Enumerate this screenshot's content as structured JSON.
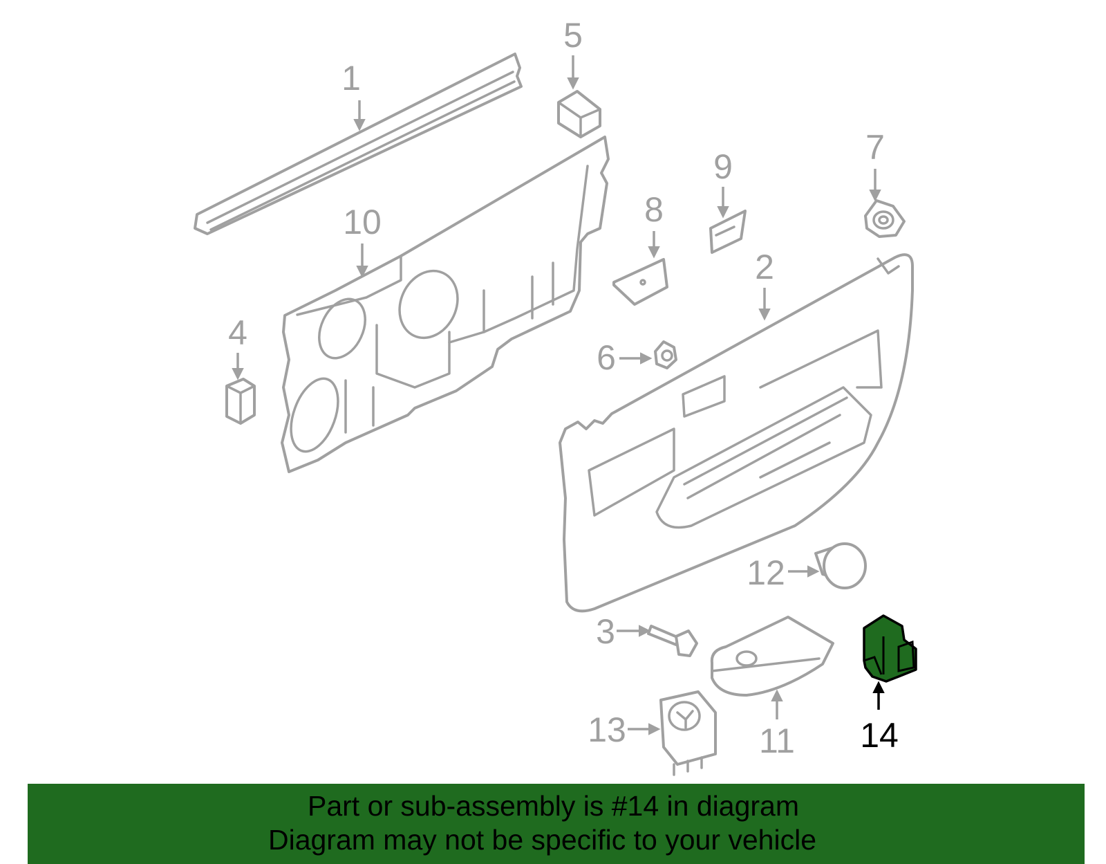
{
  "callouts": {
    "c1": "1",
    "c2": "2",
    "c3": "3",
    "c4": "4",
    "c5": "5",
    "c6": "6",
    "c7": "7",
    "c8": "8",
    "c9": "9",
    "c10": "10",
    "c11": "11",
    "c12": "12",
    "c13": "13",
    "c14": "14"
  },
  "highlighted_part": "14",
  "colors": {
    "highlight": "#1f6b1f",
    "line": "#a0a0a0"
  },
  "banner": {
    "line1": "Part or sub-assembly is #14 in diagram",
    "line2": "Diagram may not be specific to your vehicle"
  }
}
